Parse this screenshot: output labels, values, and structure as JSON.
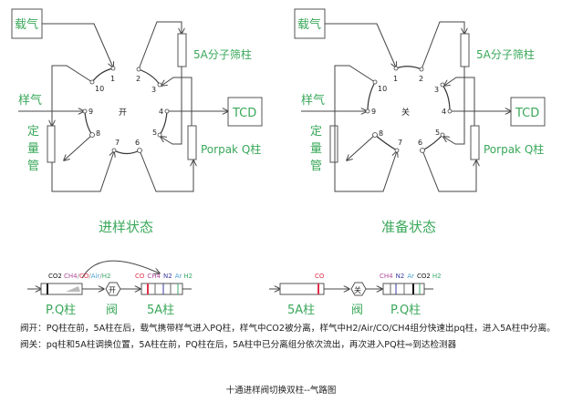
{
  "colors": {
    "label_green": "#3aa85a",
    "co": "#e0304a",
    "ch4": "#b04a9a",
    "air": "#4aa0d0",
    "h2": "#3aaa6a",
    "n2": "#3a3aa0",
    "co2": "#111111"
  },
  "valve_diagrams": [
    {
      "state_label": "开",
      "title": "进样状态",
      "carrier": "载气",
      "sample": "样气",
      "loop": [
        "定",
        "量",
        "管"
      ],
      "col_5a": "5A分子筛柱",
      "col_pq": "Porpak Q柱",
      "detector": "TCD",
      "ports": [
        "1",
        "2",
        "3",
        "4",
        "5",
        "6",
        "7",
        "8",
        "9",
        "10"
      ]
    },
    {
      "state_label": "关",
      "title": "准备状态",
      "carrier": "载气",
      "sample": "样气",
      "loop": [
        "定",
        "量",
        "管"
      ],
      "col_5a": "5A分子筛柱",
      "col_pq": "Porpak Q柱",
      "detector": "TCD",
      "ports": [
        "1",
        "2",
        "3",
        "4",
        "5",
        "6",
        "7",
        "8",
        "9",
        "10"
      ]
    }
  ],
  "strips": [
    {
      "valve": "开",
      "col1": "P.Q柱",
      "valve_label": "阀",
      "col2": "5A柱",
      "col1_labels": [
        "CO2",
        "CH4",
        "/",
        "CO",
        "/",
        "Air",
        "/",
        "H2"
      ],
      "col2_labels": [
        "CO",
        "CH4",
        "N2",
        "Ar",
        "H2"
      ]
    },
    {
      "valve": "关",
      "col1": "5A柱",
      "valve_label": "阀",
      "col2": "P.Q柱",
      "col1_labels": [
        "CO"
      ],
      "col2_labels": [
        "CH4",
        "N2",
        "Ar",
        "CO2",
        "H2"
      ]
    }
  ],
  "description": "阀开：PQ柱在前，5A柱在后，载气携带样气进入PQ柱，样气中CO2被分离，样气中H2/Air/CO/CH4组分快速出pq柱，进入5A柱中分离。阀关：pq柱和5A柱调换位置，5A柱在前，PQ柱在后，5A柱中已分离组分依次流出，再次进入PQ柱⇨到达检测器",
  "caption": "十通进样阀切换双柱--气路图"
}
